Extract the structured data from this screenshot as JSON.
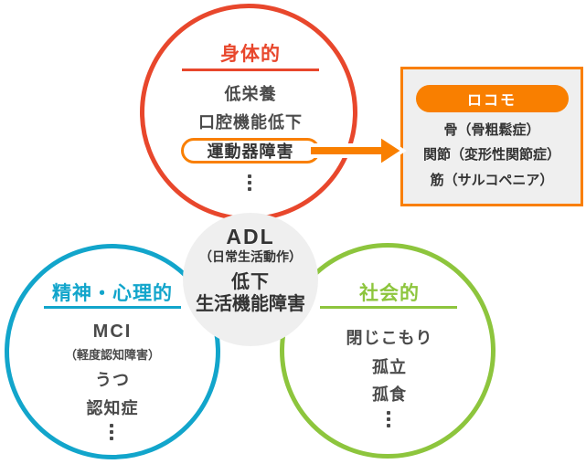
{
  "colors": {
    "red": "#E8472C",
    "orange": "#F97F00",
    "blue": "#12A5CB",
    "green": "#8DC53D",
    "panel_gray": "#EFEFEF",
    "text_dark": "#333333",
    "text_item": "#4A4A4A"
  },
  "physical": {
    "title": "身体的",
    "items": [
      "低栄養",
      "口腔機能低下"
    ],
    "highlight": "運動器障害"
  },
  "locomo": {
    "label": "ロコモ",
    "items": [
      "骨（骨粗鬆症）",
      "関節（変形性関節症）",
      "筋（サルコペニア）"
    ]
  },
  "mental": {
    "title": "精神・心理的",
    "items": [
      "MCI",
      "（軽度認知障害）",
      "うつ",
      "認知症"
    ]
  },
  "social": {
    "title": "社会的",
    "items": [
      "閉じこもり",
      "孤立",
      "孤食"
    ]
  },
  "center": {
    "lines": [
      "ADL",
      "（日常生活動作）",
      "低下",
      "生活機能障害"
    ]
  }
}
